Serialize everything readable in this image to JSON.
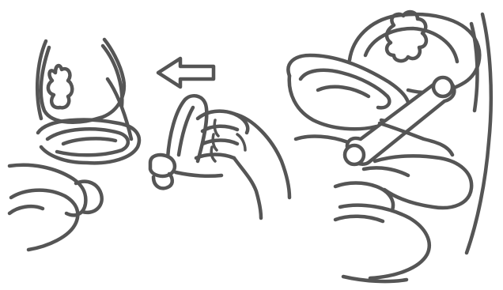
{
  "colors": {
    "background": "#ffffff",
    "line_art": "#555555"
  },
  "panels": [
    {
      "name": "anatomy-before-insertion",
      "icon": "pelvic-cross-section-icon"
    },
    {
      "name": "insertion-direction",
      "icon": "left-arrow-icon"
    },
    {
      "name": "hand-holding-applicator",
      "icon": "hand-applicator-icon"
    },
    {
      "name": "anatomy-after-insertion",
      "icon": "pelvic-cross-section-with-device-icon"
    }
  ]
}
